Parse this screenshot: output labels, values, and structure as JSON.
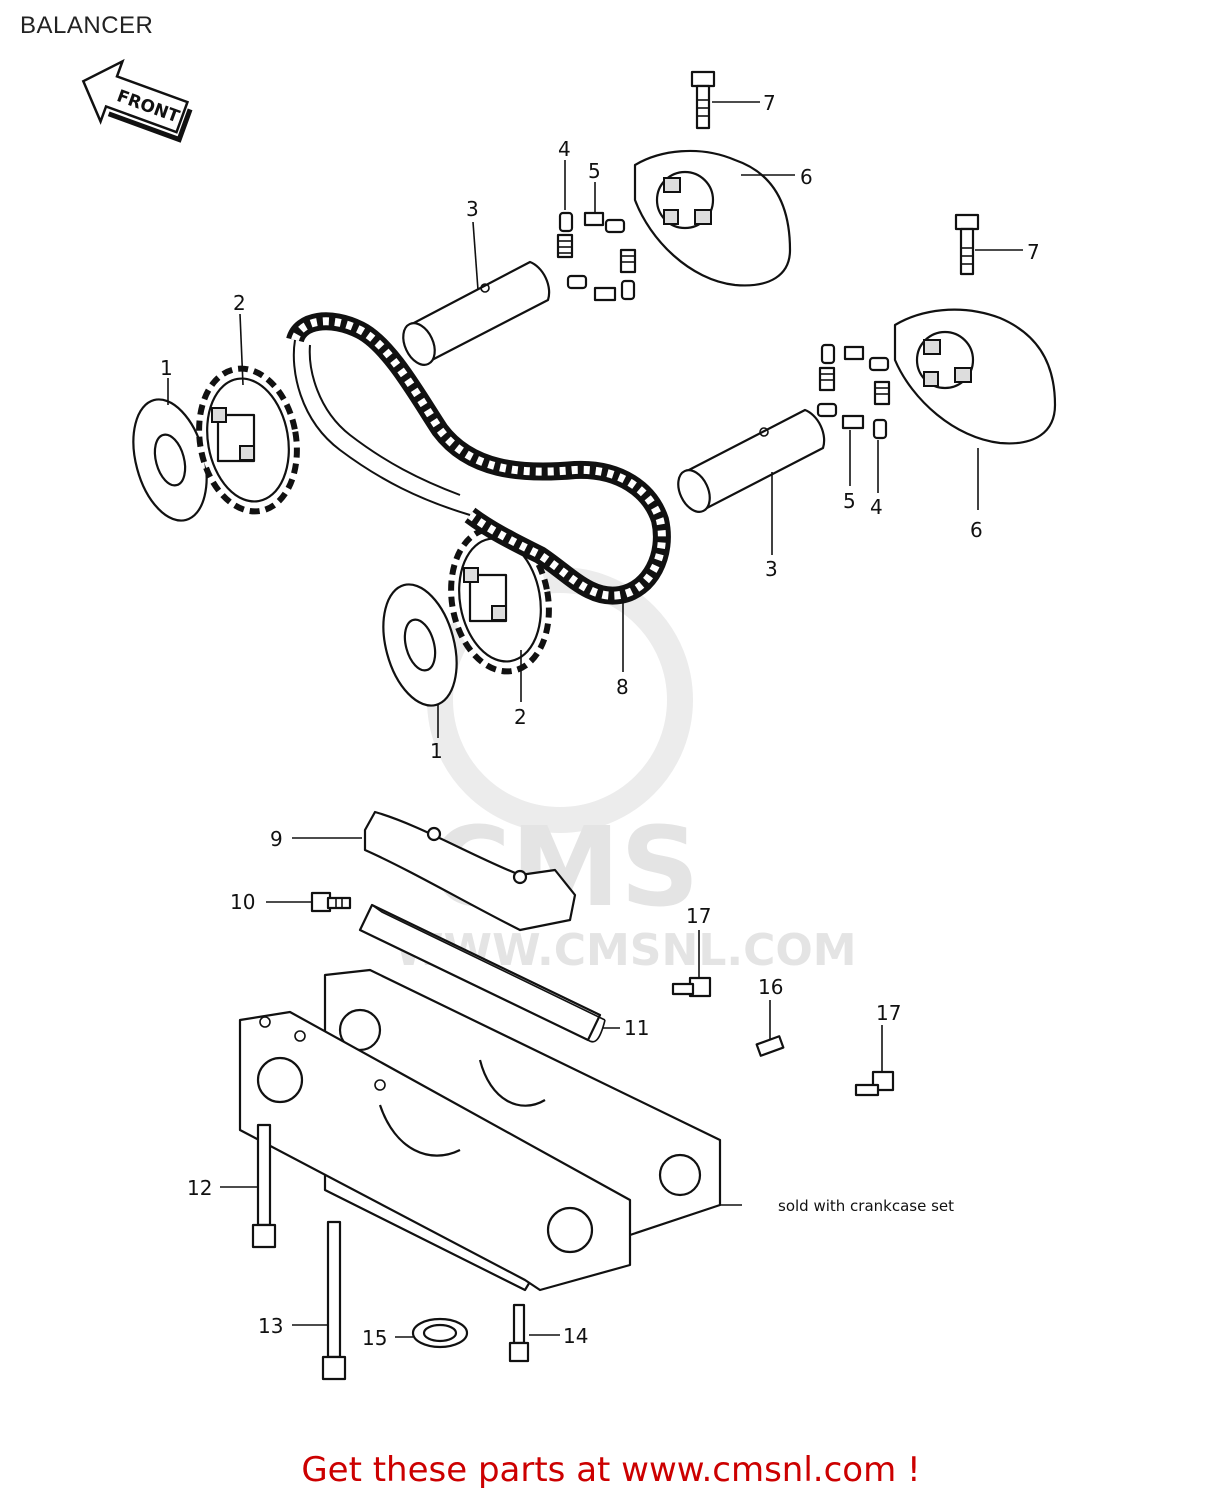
{
  "title": "BALANCER",
  "front_label": "FRONT",
  "watermark": {
    "logo": "CMS",
    "url": "WWW.CMSNL.COM"
  },
  "callouts": [
    "1",
    "1",
    "2",
    "2",
    "3",
    "3",
    "4",
    "4",
    "5",
    "5",
    "6",
    "6",
    "7",
    "7",
    "8",
    "9",
    "10",
    "11",
    "12",
    "13",
    "14",
    "15",
    "16",
    "17",
    "17"
  ],
  "note": "sold with crankcase set",
  "cta": "Get these parts at www.cmsnl.com !",
  "colors": {
    "cta": "#cc0000",
    "ink": "#111111",
    "watermark": "#e4e4e4"
  }
}
